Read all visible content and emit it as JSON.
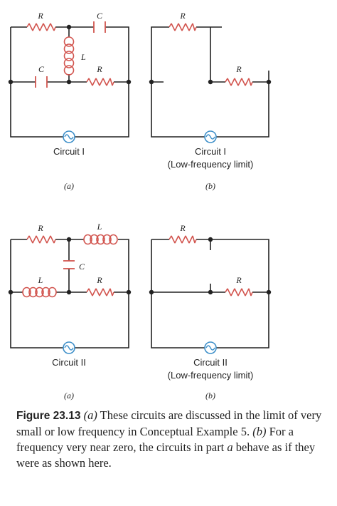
{
  "colors": {
    "wire": "#222222",
    "component": "#d2554f",
    "source": "#3d8fc9"
  },
  "labels": {
    "R": "R",
    "C": "C",
    "L": "L"
  },
  "circuits": {
    "i": {
      "name": "Circuit I",
      "limit_name": "Circuit I",
      "limit_note": "(Low-frequency limit)"
    },
    "ii": {
      "name": "Circuit II",
      "limit_name": "Circuit II",
      "limit_note": "(Low-frequency limit)"
    }
  },
  "part_labels": {
    "a": "(a)",
    "b": "(b)"
  },
  "caption": {
    "figure": "Figure 23.13",
    "part_a": "(a)",
    "text_1": " These circuits are discussed in the limit of very small or low frequency in Conceptual Example 5. ",
    "part_b": "(b)",
    "text_2": " For a frequency very near zero, the circuits in part ",
    "part_a_word": "a",
    "text_3": " behave as if they were as shown here."
  }
}
